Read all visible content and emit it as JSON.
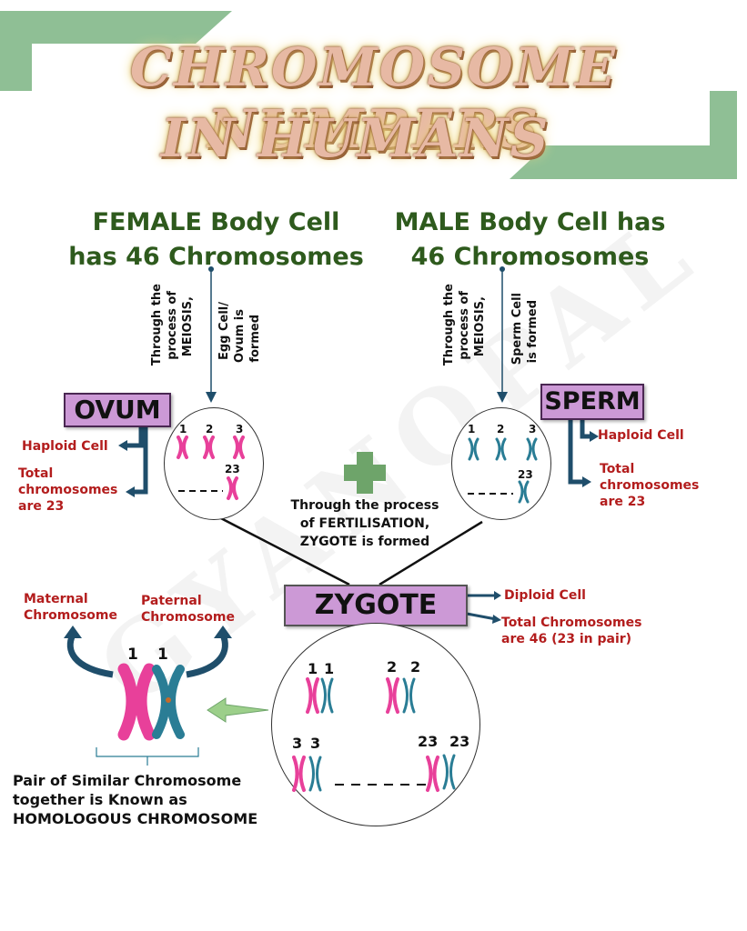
{
  "title": {
    "line1": "CHROMOSOME NUMBERS",
    "line2": "IN HUMANS"
  },
  "watermark": "GYANOPAL",
  "female": {
    "heading_line1": "FEMALE Body Cell",
    "heading_line2": "has 46 Chromosomes",
    "process_col1": "Through the",
    "process_col2": "process of",
    "process_col3": "MEIOSIS,",
    "process_col4": "Egg Cell/",
    "process_col5": "Ovum is",
    "process_col6": "formed",
    "cell_label": "OVUM",
    "haploid": "Haploid Cell",
    "total_line1": "Total",
    "total_line2": "chromosomes",
    "total_line3": "are 23",
    "nums": [
      "1",
      "2",
      "3",
      "23"
    ]
  },
  "male": {
    "heading_line1": "MALE Body Cell has",
    "heading_line2": "46 Chromosomes",
    "process_col1": "Through the",
    "process_col2": "process of",
    "process_col3": "MEIOSIS,",
    "process_col4": "Sperm Cell",
    "process_col5": "is formed",
    "cell_label": "SPERM",
    "haploid": "Haploid Cell",
    "total_line1": "Total",
    "total_line2": "chromosomes",
    "total_line3": "are 23",
    "nums": [
      "1",
      "2",
      "3",
      "23"
    ]
  },
  "fertilisation": {
    "line1": "Through the process",
    "line2": "of FERTILISATION,",
    "line3": "ZYGOTE is formed"
  },
  "zygote": {
    "label": "ZYGOTE",
    "diploid": "Diploid Cell",
    "total_line1": "Total Chromosomes",
    "total_line2": "are 46 (23 in pair)",
    "nums": [
      "1",
      "1",
      "2",
      "2",
      "3",
      "3",
      "23",
      "23"
    ]
  },
  "homologous": {
    "maternal_line1": "Maternal",
    "maternal_line2": "Chromosome",
    "paternal_line1": "Paternal",
    "paternal_line2": "Chromosome",
    "nums": [
      "1",
      "1"
    ],
    "caption_line1": "Pair of Similar Chromosome",
    "caption_line2": "together is Known as",
    "caption_line3": "HOMOLOGOUS CHROMOSOME"
  },
  "colors": {
    "banner_green": "#8fbf95",
    "heading_green": "#2e5a1d",
    "red_text": "#b31d1d",
    "label_purple": "#cc99d6",
    "pink_chromosome": "#e8409a",
    "teal_chromosome": "#2a7d95",
    "arrow_navy": "#1f4e6b",
    "plus_green": "#6ea46a"
  }
}
